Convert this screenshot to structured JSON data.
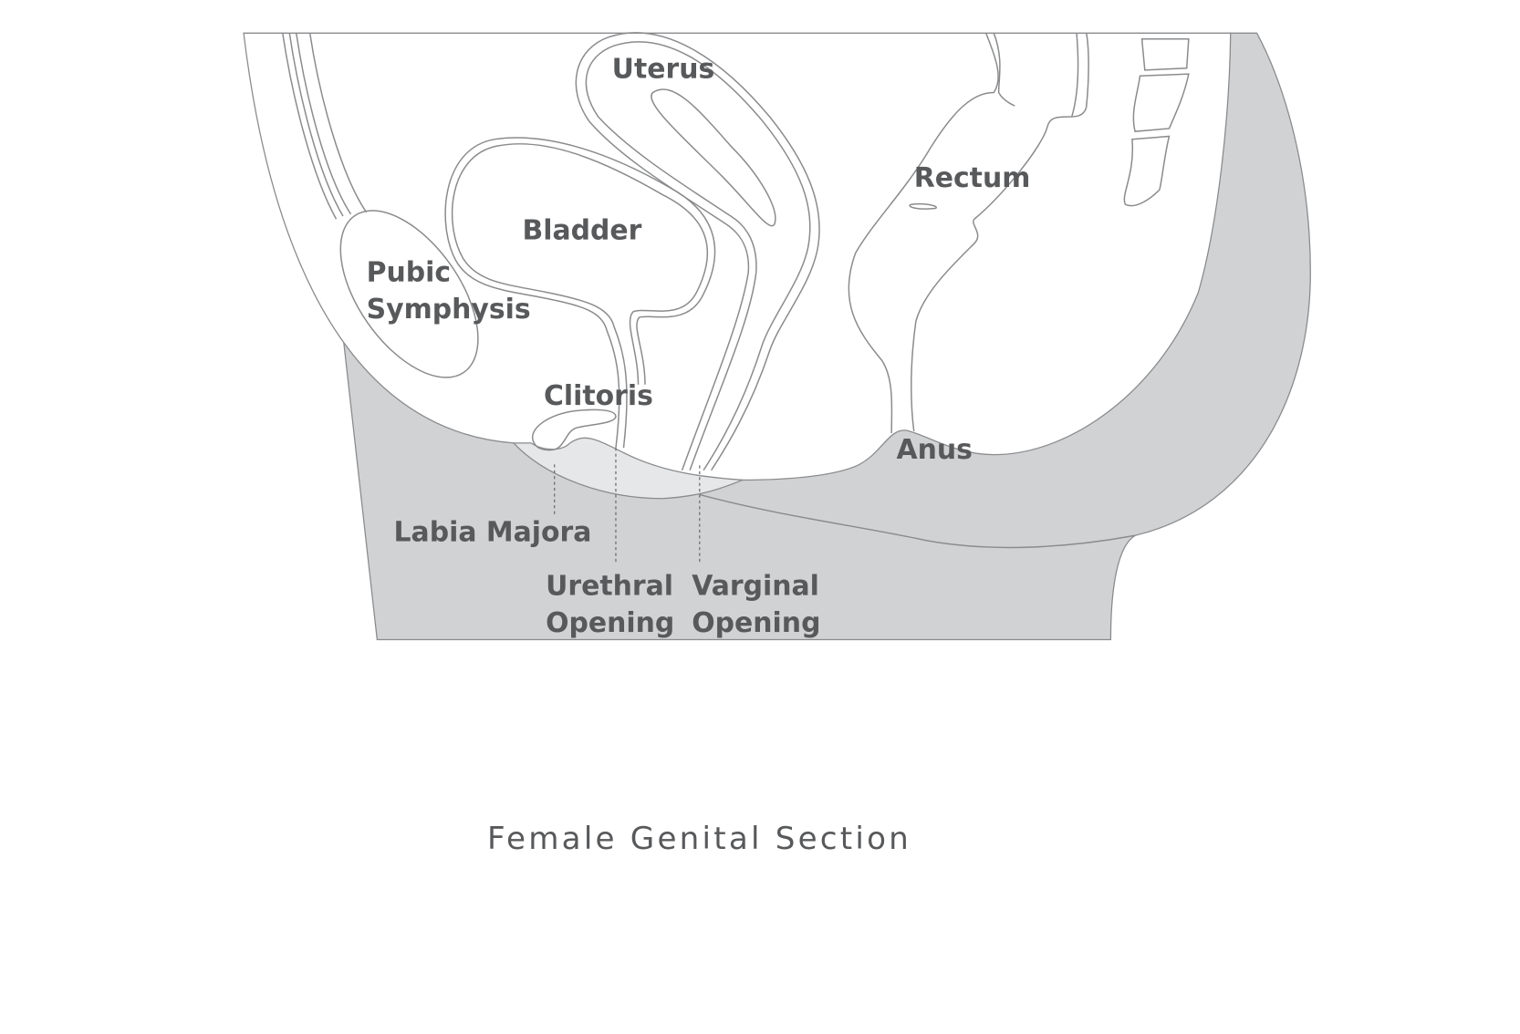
{
  "title": "Female Genital Section",
  "labels": {
    "uterus": "Uterus",
    "rectum": "Rectum",
    "bladder": "Bladder",
    "pubic_1": "Pubic",
    "pubic_2": "Symphysis",
    "clitoris": "Clitoris",
    "anus": "Anus",
    "labia": "Labia Majora",
    "urethral_1": "Urethral",
    "urethral_2": "Opening",
    "vaginal_1": "Varginal",
    "vaginal_2": "Opening"
  },
  "colors": {
    "tissue": "#d1d2d4",
    "labia": "#e6e7e8",
    "outline": "#8a8b8d",
    "text": "#58595b"
  }
}
